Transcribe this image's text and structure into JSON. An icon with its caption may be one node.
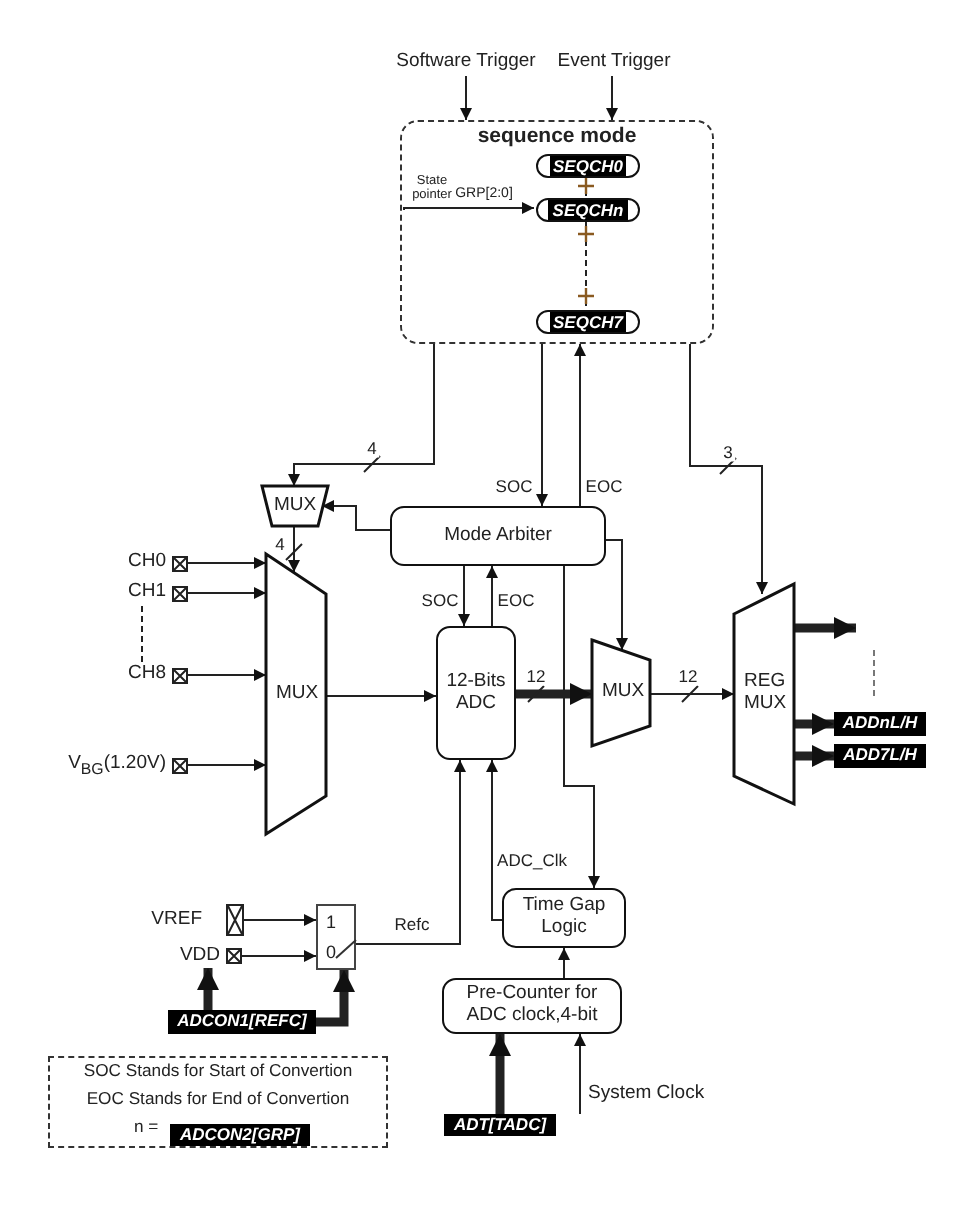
{
  "diagram": {
    "nodes": [
      {
        "text": [
          "Software Trigger"
        ]
      },
      {
        "text": [
          "Event Trigger"
        ]
      },
      {
        "text": [
          "sequence mode"
        ]
      },
      {
        "text": [
          "SEQCH0"
        ],
        "in": 2
      },
      {
        "text": [
          "SEQCHn"
        ],
        "in": 2
      },
      {
        "text": [
          "SEQCH7"
        ],
        "in": 2
      },
      {
        "text": [
          "MUX"
        ]
      },
      {
        "text": [
          "Mode Arbiter"
        ]
      },
      {
        "text": [
          "CH0"
        ]
      },
      {
        "text": [
          "CH1"
        ]
      },
      {
        "text": [
          "CH8"
        ]
      },
      {
        "text": [
          "V$_{BG}$(1.20V)"
        ]
      },
      {
        "text": [
          "MUX"
        ]
      },
      {
        "text": [
          "12-Bits ADC"
        ]
      },
      {
        "text": [
          "MUX"
        ]
      },
      {
        "text": [
          "REG MUX"
        ]
      },
      {
        "text": [
          "ADDnL/H"
        ]
      },
      {
        "text": [
          "ADD7L/H"
        ]
      },
      {
        "text": [
          "Time Gap Logic"
        ]
      },
      {
        "text": [
          "VREF"
        ]
      },
      {
        "text": [
          "VDD"
        ]
      },
      {
        "text": [
          "1",
          "0"
        ]
      },
      {
        "text": [
          "Pre-Counter for ADC clock,4-bit"
        ]
      },
      {
        "text": [
          "ADCON1[REFC]"
        ]
      },
      {
        "text": [
          "SOC Stands for Start of Convertion",
          "EOC Stands for End of Convertion",
          "n ="
        ]
      },
      {
        "text": [
          "ADCON2[GRP]"
        ],
        "in": 24
      },
      {
        "text": [
          "ADT[TADC]"
        ]
      },
      {
        "text": [
          "System Clock"
        ]
      },
      {
        "text": [
          "State pointer"
        ],
        "in": 2
      }
    ],
    "edges": [
      {
        "from": 0,
        "to": 2,
        "arrow": "to"
      },
      {
        "from": 1,
        "to": 2,
        "arrow": "to"
      },
      {
        "from": 28,
        "to": 4,
        "arrow": "to",
        "label": "GRP[2:0]"
      },
      {
        "from": 3,
        "to": 4,
        "arrow": "none"
      },
      {
        "from": 4,
        "to": 5,
        "arrow": "none",
        "style": "dashed"
      },
      {
        "from": 2,
        "to": 6,
        "arrow": "to",
        "label": "4"
      },
      {
        "from": 2,
        "to": 7,
        "arrow": "to",
        "label": "SOC"
      },
      {
        "from": 7,
        "to": 2,
        "arrow": "to",
        "label": "EOC"
      },
      {
        "from": 2,
        "to": 15,
        "arrow": "to",
        "label": "3"
      },
      {
        "from": 7,
        "to": 6,
        "arrow": "to"
      },
      {
        "from": 6,
        "to": 12,
        "arrow": "to",
        "label": "4"
      },
      {
        "from": 8,
        "to": 12,
        "arrow": "to"
      },
      {
        "from": 9,
        "to": 12,
        "arrow": "to"
      },
      {
        "from": 10,
        "to": 12,
        "arrow": "to"
      },
      {
        "from": 11,
        "to": 12,
        "arrow": "to"
      },
      {
        "from": 12,
        "to": 13,
        "arrow": "to"
      },
      {
        "from": 7,
        "to": 13,
        "arrow": "to",
        "label": "SOC"
      },
      {
        "from": 13,
        "to": 7,
        "arrow": "to",
        "label": "EOC"
      },
      {
        "from": 13,
        "to": 14,
        "arrow": "to",
        "label": "12",
        "style": "thick"
      },
      {
        "from": 7,
        "to": 14,
        "arrow": "to"
      },
      {
        "from": 14,
        "to": 15,
        "arrow": "to",
        "label": "12"
      },
      {
        "from": 15,
        "to": null,
        "arrow": "to",
        "style": "thick"
      },
      {
        "from": 15,
        "to": 16,
        "arrow": "to",
        "style": "thick"
      },
      {
        "from": 15,
        "to": 17,
        "arrow": "to",
        "style": "thick"
      },
      {
        "from": 7,
        "to": 18,
        "arrow": "to"
      },
      {
        "from": 18,
        "to": 13,
        "arrow": "to",
        "label": "ADC_Clk"
      },
      {
        "from": 21,
        "to": 13,
        "arrow": "to",
        "label": "Refc"
      },
      {
        "from": 22,
        "to": 18,
        "arrow": "to"
      },
      {
        "from": 19,
        "to": 21,
        "arrow": "to"
      },
      {
        "from": 20,
        "to": 21,
        "arrow": "to"
      },
      {
        "from": 23,
        "to": 20,
        "arrow": "to",
        "style": "thick"
      },
      {
        "from": 23,
        "to": 21,
        "arrow": "to",
        "style": "thick"
      },
      {
        "from": 26,
        "to": 22,
        "arrow": "to",
        "style": "thick"
      },
      {
        "from": 27,
        "to": 22,
        "arrow": "to"
      },
      {
        "from": 9,
        "to": 10,
        "arrow": "none",
        "style": "dashed"
      }
    ]
  }
}
